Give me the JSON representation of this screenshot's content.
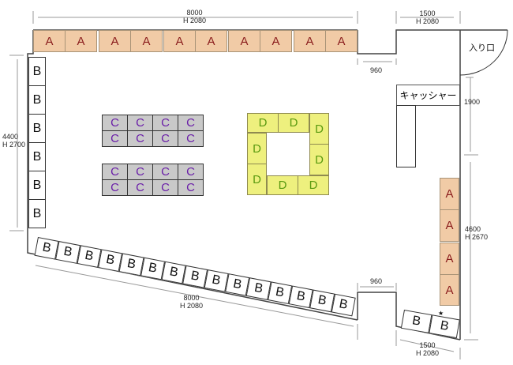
{
  "booth_labels": {
    "a": "A",
    "b": "B",
    "c": "C",
    "d": "D"
  },
  "entrance_label": "入り口",
  "cashier_label": "キャッシャー",
  "star_label": "★",
  "dimensions": {
    "top_width": "8000",
    "top_height": "H 2080",
    "left_width": "4400",
    "left_height": "H 2700",
    "notch_top": "960",
    "notch_bottom": "960",
    "top_right_width": "1500",
    "top_right_height": "H 2080",
    "right_upper": "1900",
    "right_lower_width": "4600",
    "right_lower_height": "H 2670",
    "bottom_width": "8000",
    "bottom_height": "H 2080",
    "bottom_right_width": "1500",
    "bottom_right_height": "H 2080"
  },
  "colors": {
    "a": "#f1cba6",
    "c": "#c9c9c9",
    "d": "#eef07e",
    "wall": "#444444"
  }
}
